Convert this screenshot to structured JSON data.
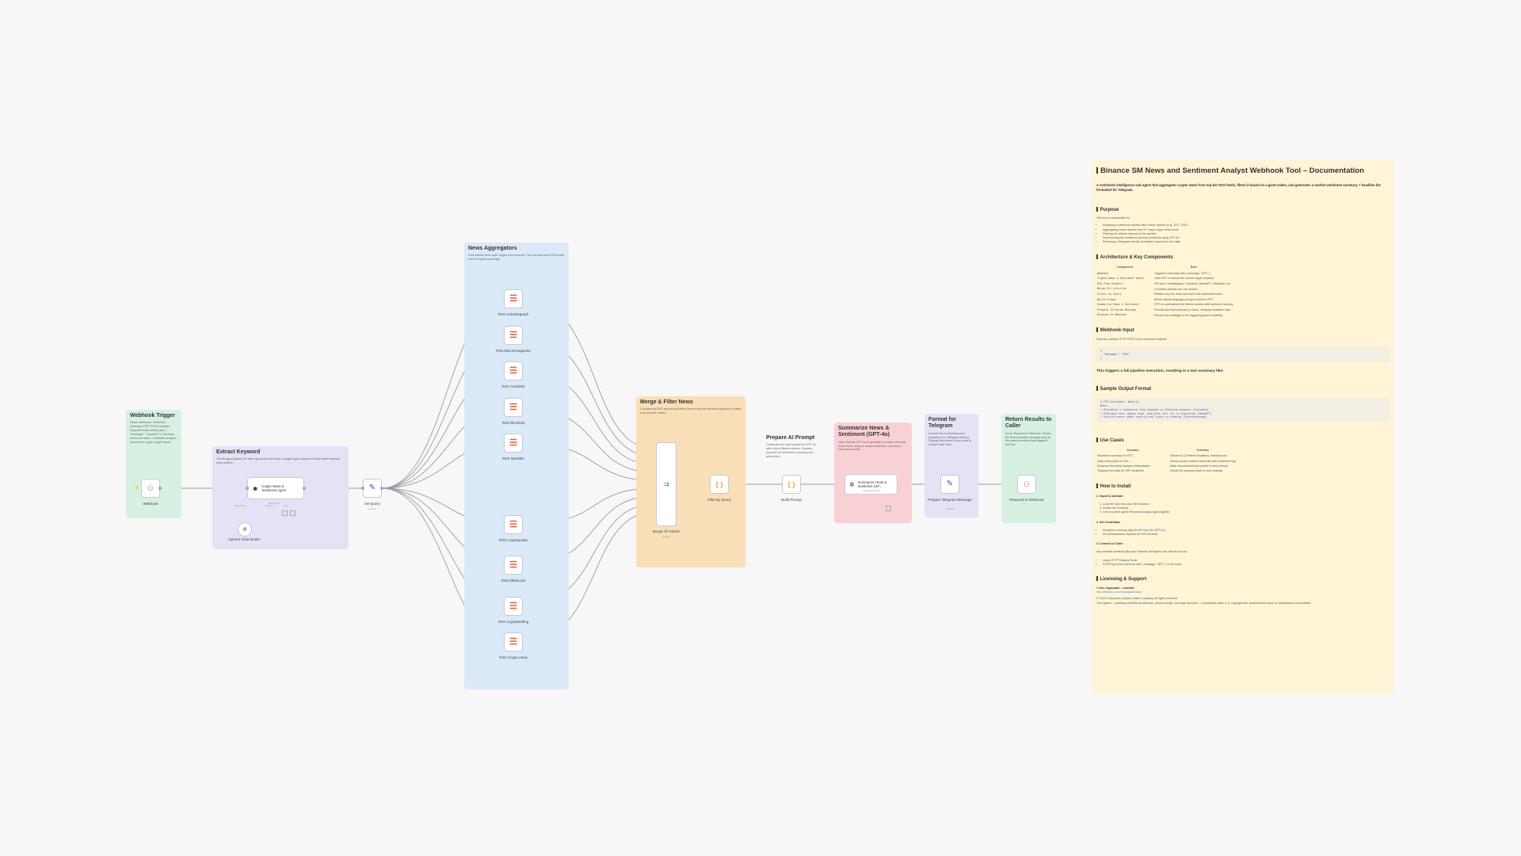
{
  "notes": {
    "webhook_trigger": {
      "title": "Webhook Trigger",
      "body": "Route: Webhook · Receives incoming HTTP POST requests. Expected body format: json { \"message\": \"<symbol>\" } This kicks off the full news + sentiment analysis process for a given crypto asset."
    },
    "extract_keyword": {
      "title": "Extract Keyword",
      "body": "This AI agent parses the user input and turns it into a single crypto keyword to help match relevant news articles."
    },
    "news_aggregators": {
      "title": "News Aggregators",
      "body": "Pulls articles from major crypto news sources. You can add more RSS feeds here to expand coverage."
    },
    "merge_filter": {
      "title": "Merge & Filter News",
      "body": "Combines all RSS articles and filters them using the extracted keyword to match only relevant results."
    },
    "prepare_prompt": {
      "title": "Prepare AI Prompt",
      "body": "Constructs the input prompt for GPT-4o with a list of filtered articles. Ensures structure for sentiment, summary and article links."
    },
    "summarize": {
      "title": "Summarize News & Sentiment (GPT-4o)",
      "body": "Uses OpenAI GPT-4o to generate a concise summary of the news, analyze market sentiment, and return structured results."
    },
    "format_telegram": {
      "title": "Format for Telegram",
      "body": "Ensures the AI summary and prepares it for Telegram delivery. Change this section if you want to include other data."
    },
    "return_results": {
      "title": "Return Results to Caller",
      "body": "Node: Respond to Webhook. Sends the final formatted message back to the parent workflow that triggered this tool."
    }
  },
  "nodes": {
    "webhook": {
      "label": "Webhook"
    },
    "agent": {
      "label": "Crypto News & Sentiment Agent",
      "sub": "Tools Agent",
      "port_model": "Chat Model",
      "port_memory": "Memory",
      "port_tool": "Tool"
    },
    "chat_model": {
      "label": "OpenAI Chat Model"
    },
    "set_query": {
      "label": "Set Query",
      "sub": "manual"
    },
    "rss": [
      {
        "label": "RSS Cointelegraph"
      },
      {
        "label": "RSS Bitcoinmagazine"
      },
      {
        "label": "RSS Coindesk"
      },
      {
        "label": "RSS Bitcoinist"
      },
      {
        "label": "RSS Newsbtc"
      },
      {
        "label": "RSS Cryptopotato"
      },
      {
        "label": "RSS 99bitcoins"
      },
      {
        "label": "RSS Cryptobriefing"
      },
      {
        "label": "RSS Crypto.news"
      }
    ],
    "merge": {
      "label": "Merge All Articles",
      "sub": "append"
    },
    "filter": {
      "label": "Filter By Query"
    },
    "build": {
      "label": "Build Prompt"
    },
    "summarize": {
      "label": "Summarize News & Sentiment (GP...",
      "sub": "Message Model"
    },
    "prepare_tg": {
      "label": "Prepare Telegram Message",
      "sub": "manual"
    },
    "respond": {
      "label": "Respond to Webhook"
    }
  },
  "doc": {
    "title": "Binance SM News and Sentiment Analyst Webhook Tool – Documentation",
    "intro": "A sentiment intelligence sub-agent that aggregates crypto news from top-tier RSS feeds, filters it based on a given token, and generates a market sentiment summary + headline list formatted for Telegram.",
    "purpose_h": "Purpose",
    "purpose_lead": "This tool is responsible for:",
    "purpose_items": [
      "Accepting a webhook request with a token symbol (e.g., BTC, SOL)",
      "Aggregating recent articles from 9+ major crypto news feeds",
      "Filtering the articles relevant to the symbol",
      "Summarizing the sentiment and key headlines using GPT-4o",
      "Returning a Telegram-friendly formatted response to the caller"
    ],
    "arch_h": "Architecture & Key Components",
    "arch_col1": "Component",
    "arch_col2": "Role",
    "arch_rows": [
      [
        "Webhook",
        "Triggered externally with { message: \"BTC\" }"
      ],
      [
        "Crypto News & Sentiment Agent",
        "Uses GPT to extract the correct crypto keyword"
      ],
      [
        "RSS Feed Readers",
        "Pull from Cointelegraph, Coindesk, NewsBTC, Bitcoinist, etc."
      ],
      [
        "Merge All Articles",
        "Combines articles into one stream"
      ],
      [
        "Filter by Query",
        "Retains only the news relevant to the requested token"
      ],
      [
        "Build Prompt",
        "Builds natural language prompt to send to GPT"
      ],
      [
        "Summarize News & Sentiment",
        "GPT-4o summarizes the filtered articles with sentiment scoring"
      ],
      [
        "Prepare Telegram Message",
        "Formats the final summary in clean, Telegram-readable style"
      ],
      [
        "Respond to Webhook",
        "Returns the message to the triggering parent workflow"
      ]
    ],
    "input_h": "Webhook Input",
    "input_lead": "Expects a simple HTTP POST to the webhook endpoint:",
    "input_code": "{\n  \"message\": \"ETH\"\n}",
    "trigger_line": "This triggers a full pipeline execution, resulting in a text summary like:",
    "sample_h": "Sample Output Format",
    "sample_code": "[ ETH Sentiment: Neutral\nNews:\n• BlackRock's tokenized fund expands to Ethereum mainnet (Coindesk)\n• Ethereum fees remain high, analysts call for L2 migration (NewsBTC)\n• Vitalik warns about centralized risks in staking (Cointelegraph)",
    "use_h": "Use Cases",
    "use_col1": "Scenario",
    "use_col2": "Outcome",
    "use_rows": [
      [
        "Sentiment summary for BTC",
        "Fetches 8-12 filtered headlines, extracts tone"
      ],
      [
        "Daily news pulse for SOL",
        "Shows project-related news with brief sentiment flag"
      ],
      [
        "Enhances technical analysis interpretation",
        "Adds macro/emotional context to trend setups"
      ],
      [
        "Telegram bot asks for XRP sentiment",
        "Sends full response back to user instantly"
      ]
    ],
    "install_h": "How to Install",
    "step1_h": "1. Import & Activate",
    "step1_items": [
      "Load the .json into your n8n instance",
      "Enable the workflow",
      "Link to parent agent #Financial Analyst Agent Agent#"
    ],
    "step2_h": "2. Set Credentials",
    "step2_items": [
      "Requires a working OpenAI API Key (for GPT-4o)",
      "No authentication required for RSS sources"
    ],
    "step3_h": "3. Connect to Caller",
    "step3_lead": "Any external workflow (like your Binance SM Agent) can call this tool by:",
    "step3_items": [
      "Using HTTP Request Node",
      "POST'ing to this webhook with { message: \"BTC\" } in the body"
    ],
    "license_h": "Licensing & Support",
    "license_author": "© Don Jayamaha – LinkedIn",
    "license_url": "http://linkedin.com/in/donjayamahajr",
    "license_text": "© 2025 Treasurium Capital Limited Company. All rights reserved.",
    "license_text2": "This system – including workflow architecture, prompt design, and logic structure – is protected under U.S. copyright law. Unauthorized reuse or redistribution is prohibited."
  },
  "colors": {
    "green": "#d6f1e2",
    "purple": "#e6e1f5",
    "blue": "#dbe9f8",
    "orange": "#f9dfb8",
    "pink": "#f9d1d4",
    "yellow": "#fff5d6",
    "rss": "#e65c3c",
    "edge": "#9a9aa3"
  }
}
